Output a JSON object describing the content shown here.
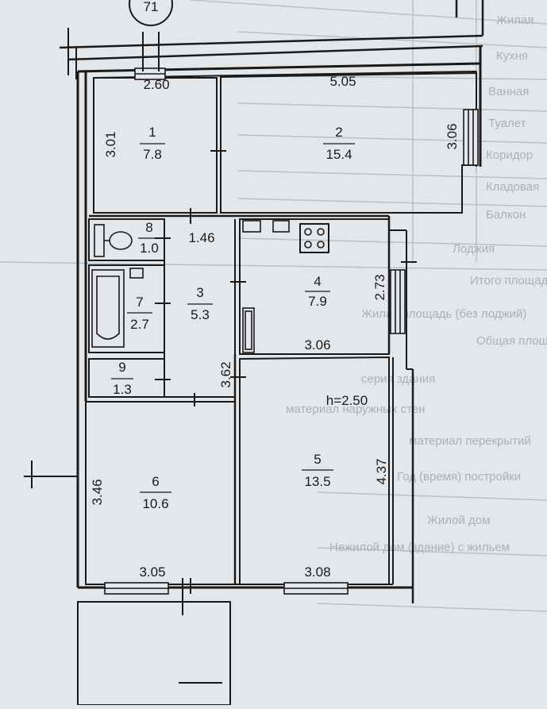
{
  "sheet_marker": "71",
  "height_note": "h=2.50",
  "rooms": [
    {
      "number": "1",
      "area": "7.8"
    },
    {
      "number": "2",
      "area": "15.4"
    },
    {
      "number": "3",
      "area": "5.3"
    },
    {
      "number": "4",
      "area": "7.9"
    },
    {
      "number": "5",
      "area": "13.5"
    },
    {
      "number": "6",
      "area": "10.6"
    },
    {
      "number": "7",
      "area": "2.7"
    },
    {
      "number": "8",
      "area": "1.0"
    },
    {
      "number": "9",
      "area": "1.3"
    }
  ],
  "dimensions": {
    "room1_width": "2.60",
    "room1_depth": "3.01",
    "room2_width": "5.05",
    "room2_depth": "3.06",
    "hall_width": "1.46",
    "kitchen_depth": "2.73",
    "kitchen_width": "3.06",
    "hall_length": "3.62",
    "room5_depth": "4.37",
    "room6_depth": "3.46",
    "room6_width": "3.05",
    "room5_width": "3.08"
  },
  "background_text": [
    "Жилая",
    "Кухня",
    "Ванная",
    "Туалет",
    "Коридор",
    "Кладовая",
    "Балкон",
    "Лоджия",
    "Итого площадь",
    "Жилая площадь (без лоджий)",
    "Общая площадь",
    "серия здания",
    "материал наружных стен",
    "материал перекрытий",
    "Год (время) постройки",
    "Жилой дом",
    "Нежилой дом (здание) с жильем"
  ]
}
